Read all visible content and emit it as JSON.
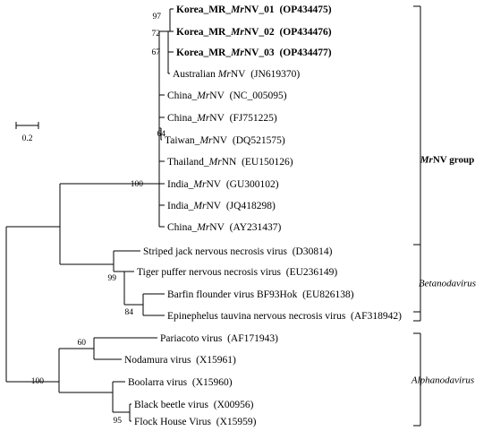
{
  "scale_bar": {
    "label": "0.2"
  },
  "taxa": [
    {
      "pre": "Korea_MR_",
      "it": "Mr",
      "post": "NV_01",
      "acc": "(OP434475)",
      "bold": true
    },
    {
      "pre": "Korea_MR_",
      "it": "Mr",
      "post": "NV_02",
      "acc": "(OP434476)",
      "bold": true
    },
    {
      "pre": "Korea_MR_",
      "it": "Mr",
      "post": "NV_03",
      "acc": "(OP434477)",
      "bold": true
    },
    {
      "pre": "Australian ",
      "it": "Mr",
      "post": "NV",
      "acc": "(JN619370)",
      "bold": false
    },
    {
      "pre": "China_",
      "it": "Mr",
      "post": "NV",
      "acc": "(NC_005095)",
      "bold": false
    },
    {
      "pre": "China_",
      "it": "Mr",
      "post": "NV",
      "acc": "(FJ751225)",
      "bold": false
    },
    {
      "pre": "Taiwan_",
      "it": "Mr",
      "post": "NV",
      "acc": "(DQ521575)",
      "bold": false
    },
    {
      "pre": "Thailand_",
      "it": "Mr",
      "post": "NN",
      "acc": "(EU150126)",
      "bold": false
    },
    {
      "pre": "India_",
      "it": "Mr",
      "post": "NV",
      "acc": "(GU300102)",
      "bold": false
    },
    {
      "pre": "India_",
      "it": "Mr",
      "post": "NV",
      "acc": "(JQ418298)",
      "bold": false
    },
    {
      "pre": "China_",
      "it": "Mr",
      "post": "NV",
      "acc": "(AY231437)",
      "bold": false
    },
    {
      "pre": "Striped jack nervous necrosis virus",
      "it": "",
      "post": "",
      "acc": "(D30814)",
      "bold": false
    },
    {
      "pre": "Tiger puffer nervous necrosis virus",
      "it": "",
      "post": "",
      "acc": "(EU236149)",
      "bold": false
    },
    {
      "pre": "Barfin flounder virus BF93Hok",
      "it": "",
      "post": "",
      "acc": "(EU826138)",
      "bold": false
    },
    {
      "pre": "Epinephelus tauvina nervous necrosis virus",
      "it": "",
      "post": "",
      "acc": "(AF318942)",
      "bold": false
    },
    {
      "pre": "Pariacoto virus",
      "it": "",
      "post": "",
      "acc": "(AF171943)",
      "bold": false
    },
    {
      "pre": "Nodamura virus",
      "it": "",
      "post": "",
      "acc": "(X15961)",
      "bold": false
    },
    {
      "pre": "Boolarra virus",
      "it": "",
      "post": "",
      "acc": "(X15960)",
      "bold": false
    },
    {
      "pre": "Black beetle virus",
      "it": "",
      "post": "",
      "acc": "(X00956)",
      "bold": false
    },
    {
      "pre": "Flock House Virus",
      "it": "",
      "post": "",
      "acc": "(X15959)",
      "bold": false
    }
  ],
  "bootstrap": [
    "97",
    "72",
    "67",
    "64",
    "100",
    "99",
    "84",
    "60",
    "100",
    "95"
  ],
  "groups": [
    {
      "it": "Mr",
      "rest": "NV group",
      "bold": true,
      "italic_all": false
    },
    {
      "it": "",
      "rest": "Betanodavirus",
      "bold": false,
      "italic_all": true
    },
    {
      "it": "",
      "rest": "Alphanodavirus",
      "bold": false,
      "italic_all": true
    }
  ]
}
